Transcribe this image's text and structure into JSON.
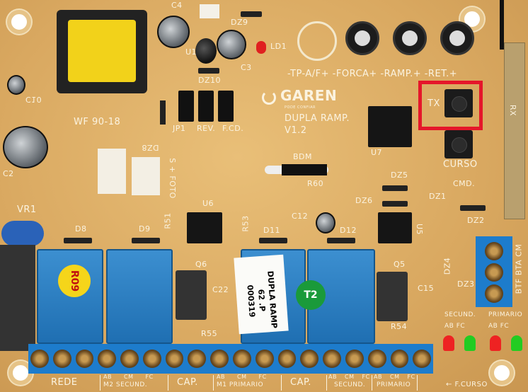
{
  "board": {
    "brand": "GAREN",
    "brand_tagline": "PODE CONFIAR",
    "model": "DUPLA RAMP.",
    "version": "V1.2",
    "pot_labels": "-TP-A/F+ -FORCA+ -RAMP.+ -RET.+",
    "buttons": {
      "tx": "TX",
      "curso": "CURSO"
    },
    "component_labels": {
      "c4": "C4",
      "dz9": "DZ9",
      "ld1": "LD1",
      "u1": "U1",
      "c3": "C3",
      "dz10": "DZ10",
      "jp1": "JP1",
      "rev": "REV.",
      "fcd": "F.CD.",
      "c10": "C10",
      "wf": "WF 90-18",
      "dz8": "DZ8",
      "foto": "S + FOTO",
      "c2": "C2",
      "vr1": "VR1",
      "d8": "D8",
      "d9": "D9",
      "r51": "R51",
      "u6": "U6",
      "r53": "R53",
      "d11": "D11",
      "c12": "C12",
      "d12": "D12",
      "u5": "U5",
      "q6": "Q6",
      "c22": "C22",
      "r55": "R55",
      "q5": "Q5",
      "c15": "C15",
      "r54": "R54",
      "dz4": "DZ4",
      "dz3": "DZ3",
      "dz1": "DZ1",
      "cmd": "CMD.",
      "dz2": "DZ2",
      "dz5": "DZ5",
      "dz6": "DZ6",
      "r60": "R60",
      "bdm": "BDM",
      "u7": "U7",
      "rx": "RX",
      "btf": "BTF BTA CM"
    },
    "relay_sticker": "R09",
    "green_sticker": "T2",
    "label_sticker": [
      "DUPLA RAMP",
      "62 .P",
      "000319"
    ],
    "terminal_labels": [
      {
        "top": "",
        "bottom": "REDE"
      },
      {
        "top": "AB CM FC",
        "bottom": "M2 SECUND."
      },
      {
        "top": "",
        "bottom": "CAP."
      },
      {
        "top": "AB CM FC",
        "bottom": "M1 PRIMARIO"
      },
      {
        "top": "",
        "bottom": "CAP."
      },
      {
        "top": "AB CM FC",
        "bottom": "SECUND."
      },
      {
        "top": "AB CM FC",
        "bottom": "PRIMARIO"
      }
    ],
    "fcurso": "← F.CURSO",
    "led_groups": [
      {
        "title": "SECUND.",
        "sub": "AB   FC"
      },
      {
        "title": "PRIMARIO",
        "sub": "AB   FC"
      }
    ],
    "highlight_color": "#e5162a"
  }
}
